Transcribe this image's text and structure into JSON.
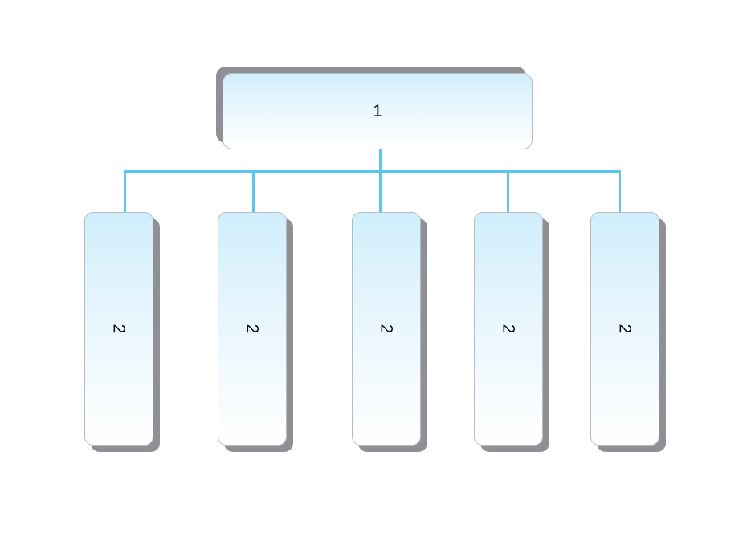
{
  "diagram": {
    "root": {
      "label": "1"
    },
    "children": [
      {
        "label": "2"
      },
      {
        "label": "2"
      },
      {
        "label": "2"
      },
      {
        "label": "2"
      },
      {
        "label": "2"
      }
    ]
  }
}
